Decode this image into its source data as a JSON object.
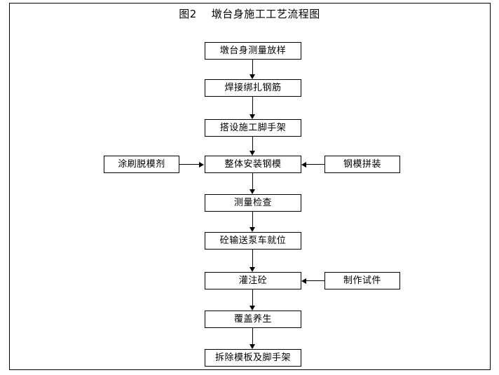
{
  "document": {
    "title": "图2    墩台身施工工艺流程图"
  },
  "flowchart": {
    "type": "flowchart",
    "orientation": "vertical",
    "main_sequence": [
      {
        "id": "n1",
        "label": "墩台身测量放样"
      },
      {
        "id": "n2",
        "label": "焊接绑扎钢筋"
      },
      {
        "id": "n3",
        "label": "搭设施工脚手架"
      },
      {
        "id": "n4",
        "label": "整体安装钢模"
      },
      {
        "id": "n5",
        "label": "测量检查"
      },
      {
        "id": "n6",
        "label": "砼输送泵车就位"
      },
      {
        "id": "n7",
        "label": "灌注砼"
      },
      {
        "id": "n8",
        "label": "覆盖养生"
      },
      {
        "id": "n9",
        "label": "拆除模板及脚手架"
      }
    ],
    "side_nodes": [
      {
        "id": "s1",
        "label": "涂刷脱模剂",
        "side": "left",
        "target": "n4",
        "arrow": "right"
      },
      {
        "id": "s2",
        "label": "钢模拼装",
        "side": "right",
        "target": "n4",
        "arrow": "left"
      },
      {
        "id": "s3",
        "label": "制作试件",
        "side": "right",
        "target": "n7",
        "arrow": "left"
      }
    ],
    "colors": {
      "line": "#000000",
      "box_fill": "#ffffff",
      "text": "#000000",
      "frame": "#000000"
    }
  }
}
